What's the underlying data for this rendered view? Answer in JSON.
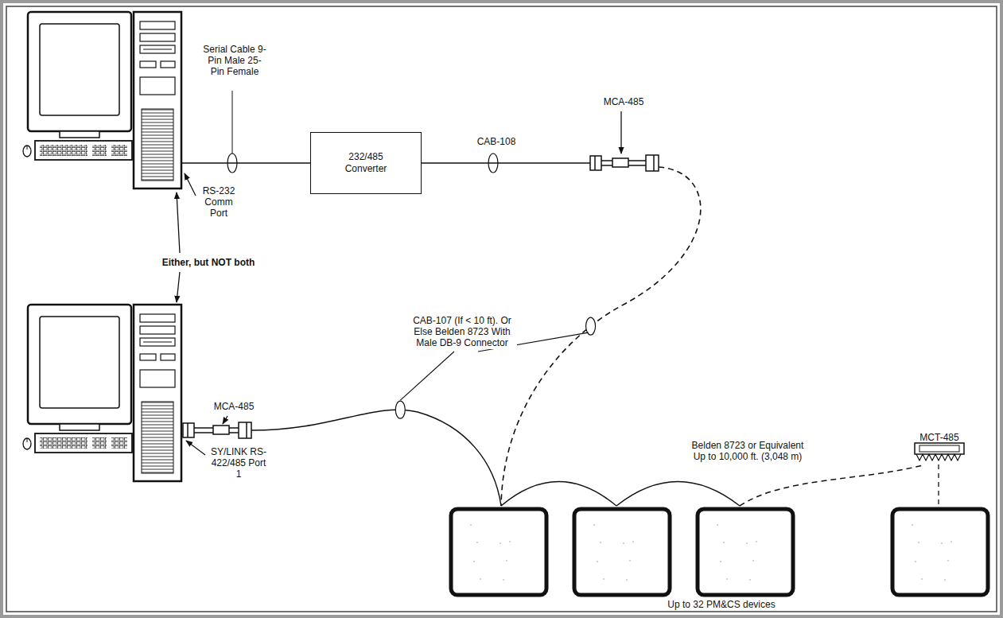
{
  "diagram": {
    "nodes": [
      {
        "text": [
          "232/485 Converter"
        ]
      },
      {
        "text": [
          "MCT-485"
        ]
      }
    ],
    "labels": [
      "Serial Cable 9-Pin Male 25-Pin Female",
      "CAB-108",
      "MCA-485",
      "RS-232 Comm Port",
      "Either, but NOT both",
      "CAB-107 (If < 10 ft). Or Else Belden 8723 With Male DB-9 Connector",
      "Belden 8723 or Equivalent Up to 10,000 ft. (3,048 m)",
      "MCA-485",
      "SY/LINK RS-422/485 Port 1",
      "Up to 32 PM&CS devices"
    ]
  }
}
